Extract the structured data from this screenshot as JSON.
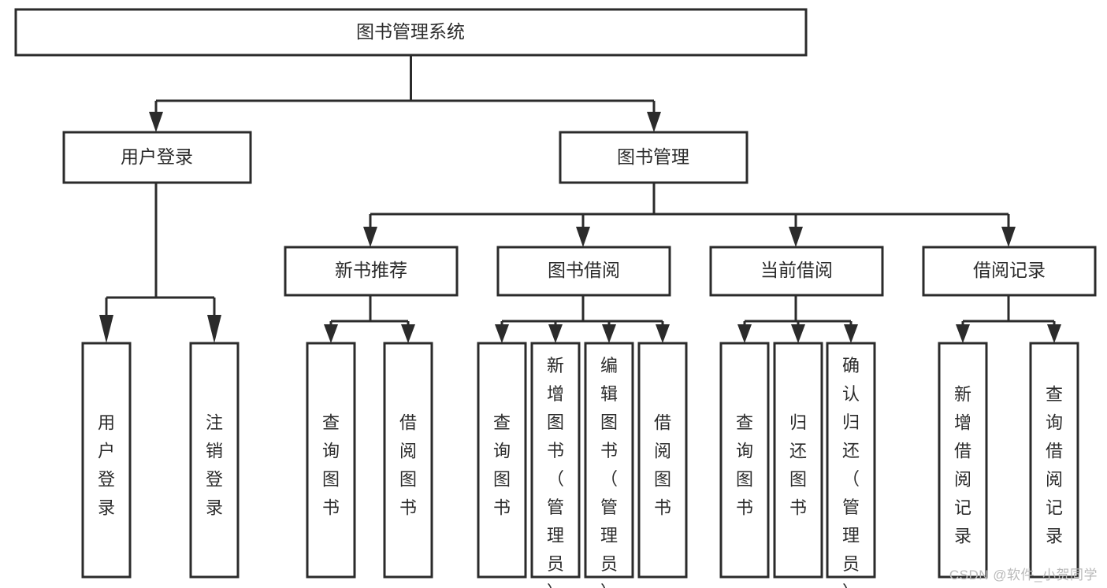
{
  "diagram": {
    "title": "图书管理系统",
    "type": "tree",
    "orientation": "top-down",
    "colors": {
      "stroke": "#2b2b2b",
      "fill": "#ffffff",
      "text": "#2b2b2b",
      "watermark": "#b9b9b9"
    },
    "levels": {
      "root": {
        "label": "图书管理系统"
      },
      "level1": [
        {
          "label": "用户登录"
        },
        {
          "label": "图书管理"
        }
      ],
      "level2": [
        {
          "label": "新书推荐"
        },
        {
          "label": "图书借阅"
        },
        {
          "label": "当前借阅"
        },
        {
          "label": "借阅记录"
        }
      ],
      "leaves": [
        {
          "label": "用户登录",
          "parent": "用户登录"
        },
        {
          "label": "注销登录",
          "parent": "用户登录"
        },
        {
          "label": "查询图书",
          "parent": "新书推荐"
        },
        {
          "label": "借阅图书",
          "parent": "新书推荐"
        },
        {
          "label": "查询图书",
          "parent": "图书借阅"
        },
        {
          "label": "新增图书（管理员）",
          "parent": "图书借阅"
        },
        {
          "label": "编辑图书（管理员）",
          "parent": "图书借阅"
        },
        {
          "label": "借阅图书",
          "parent": "图书借阅"
        },
        {
          "label": "查询图书",
          "parent": "当前借阅"
        },
        {
          "label": "归还图书",
          "parent": "当前借阅"
        },
        {
          "label": "确认归还（管理员）",
          "parent": "当前借阅"
        },
        {
          "label": "新增借阅记录",
          "parent": "借阅记录"
        },
        {
          "label": "查询借阅记录",
          "parent": "借阅记录"
        }
      ]
    }
  },
  "watermark": {
    "text": "CSDN @软件_小贺同学"
  }
}
